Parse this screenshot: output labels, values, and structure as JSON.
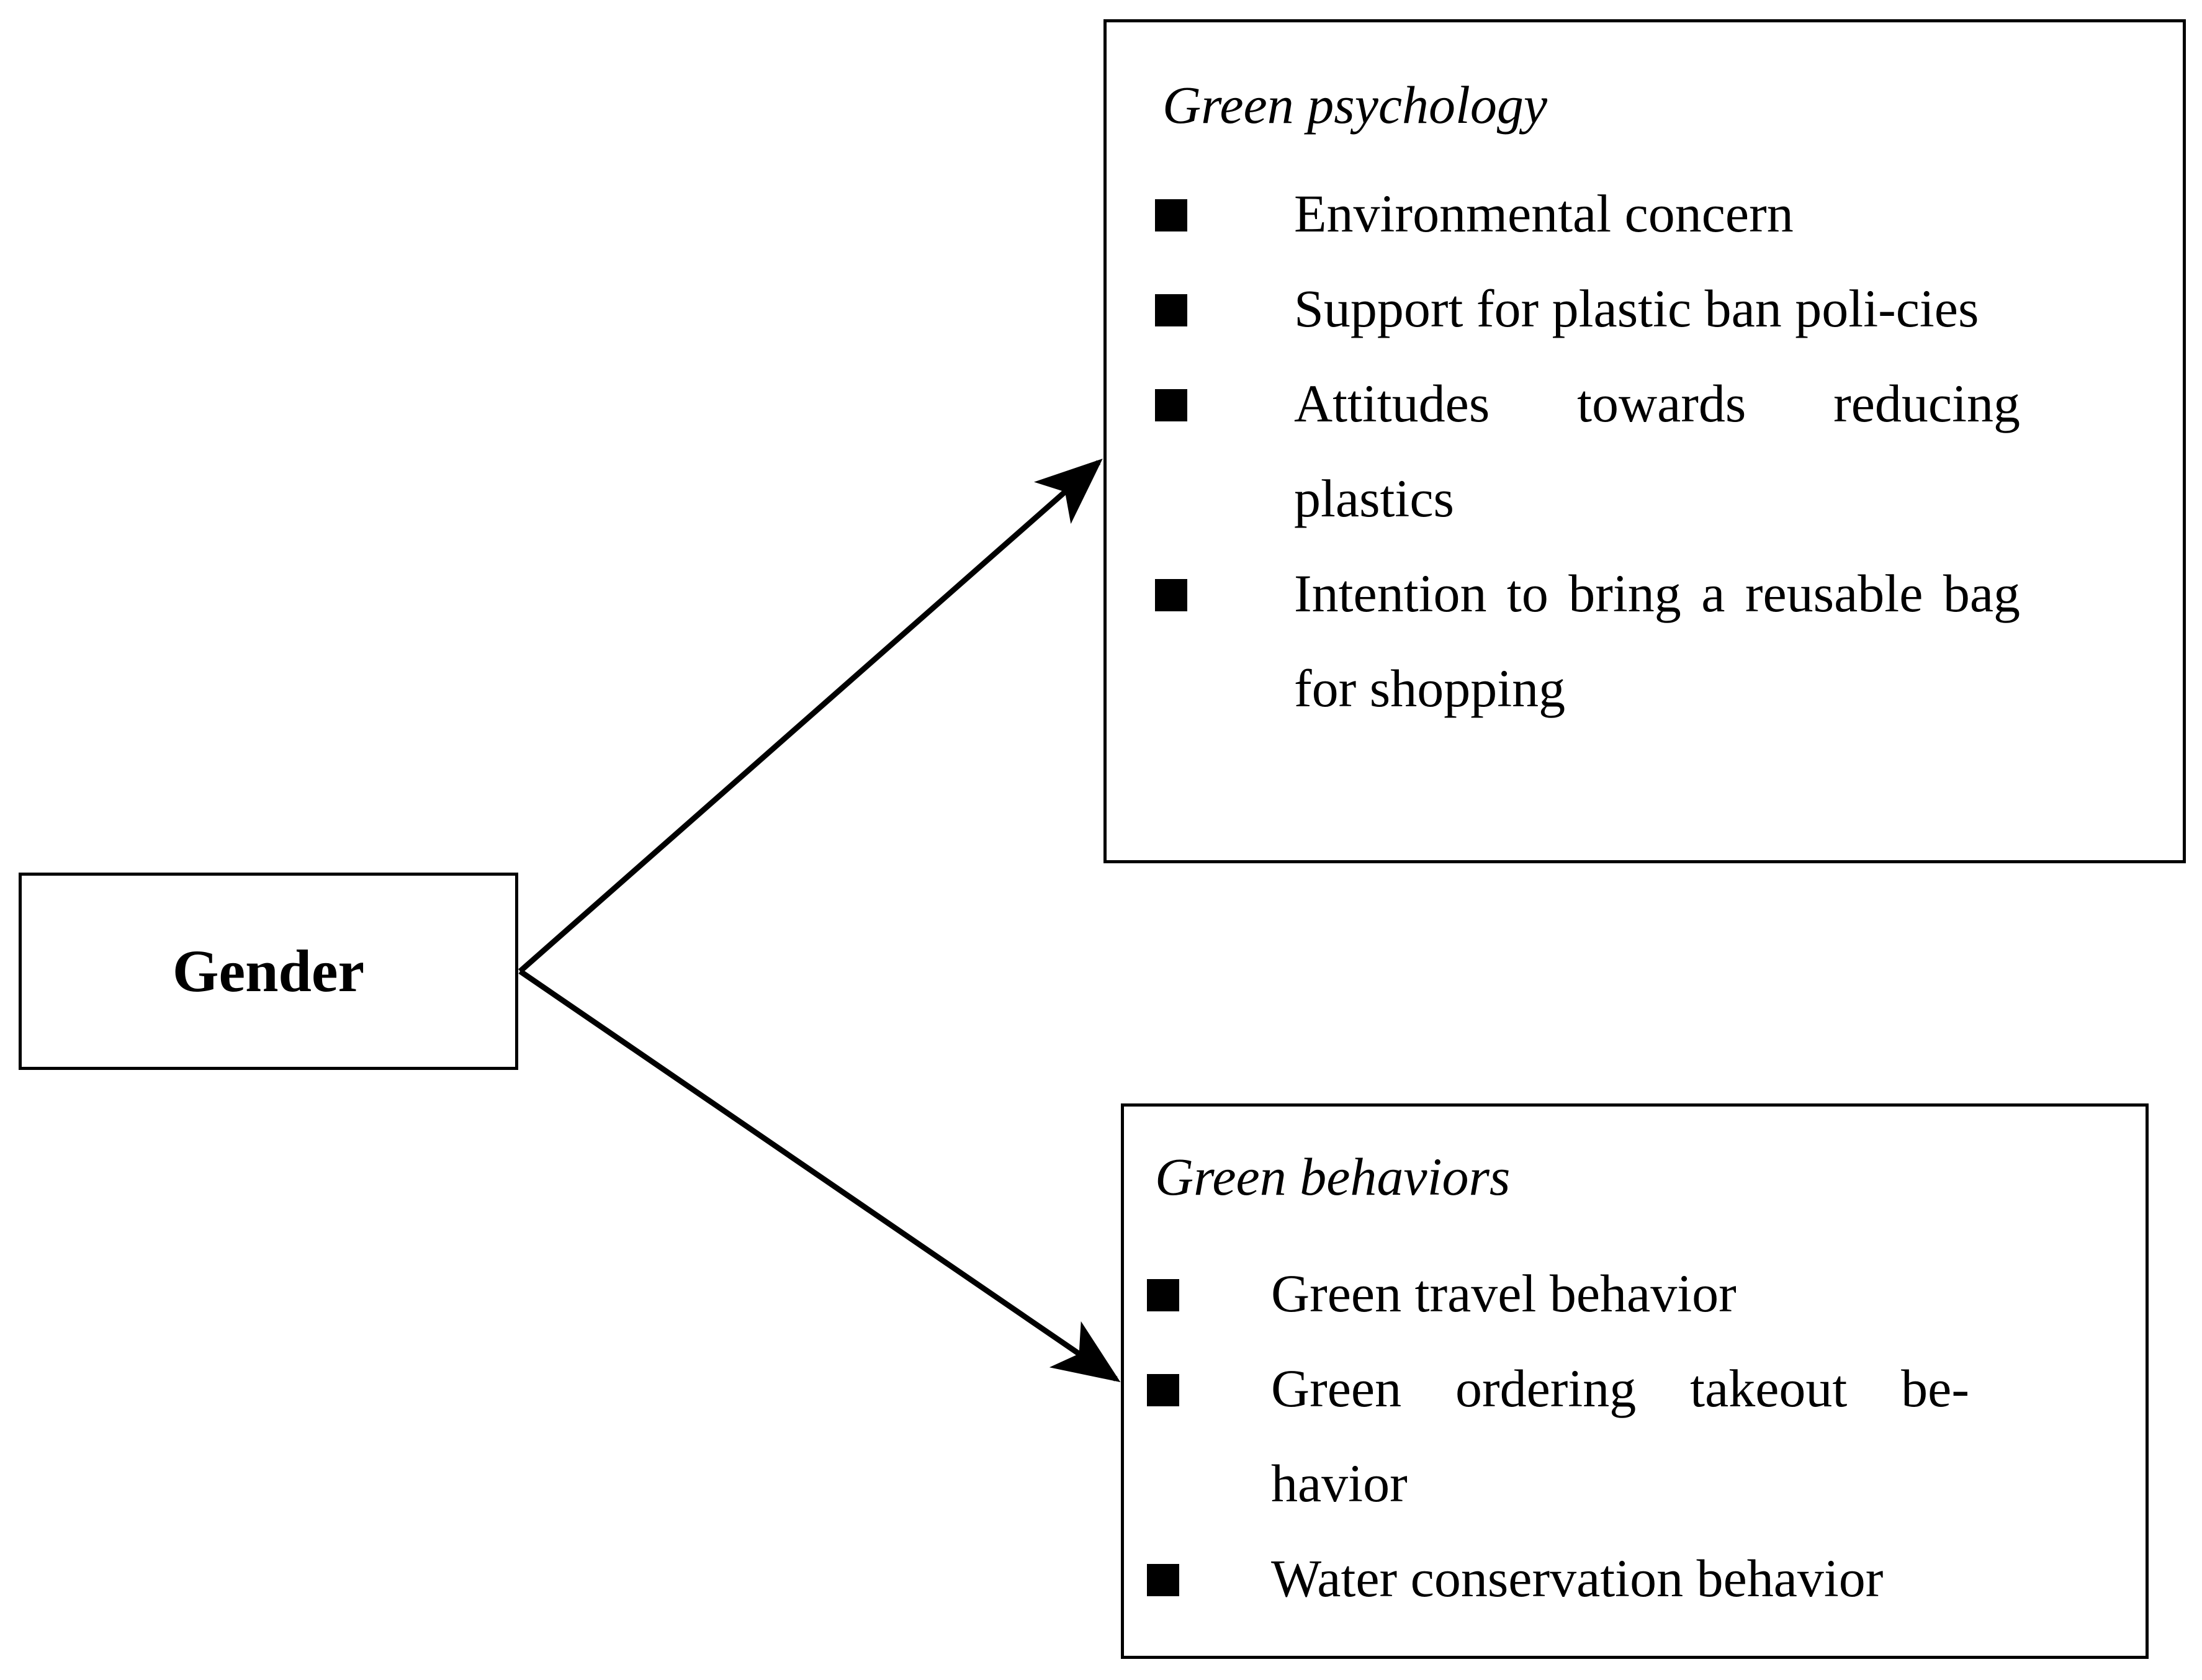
{
  "source_node": {
    "label": "Gender"
  },
  "groups": [
    {
      "title": "Green psychology",
      "items": [
        "Environmental concern",
        "Support for plastic ban poli-cies",
        "Attitudes towards reducing plastics",
        "Intention to bring a reusable bag for shopping"
      ]
    },
    {
      "title": "Green behaviors",
      "items": [
        "Green travel behavior",
        "Green ordering takeout be-havior",
        "Water conservation behavior"
      ]
    }
  ],
  "colors": {
    "stroke": "#000000",
    "background": "#ffffff"
  },
  "bullet_icon": "square-bullet-icon"
}
